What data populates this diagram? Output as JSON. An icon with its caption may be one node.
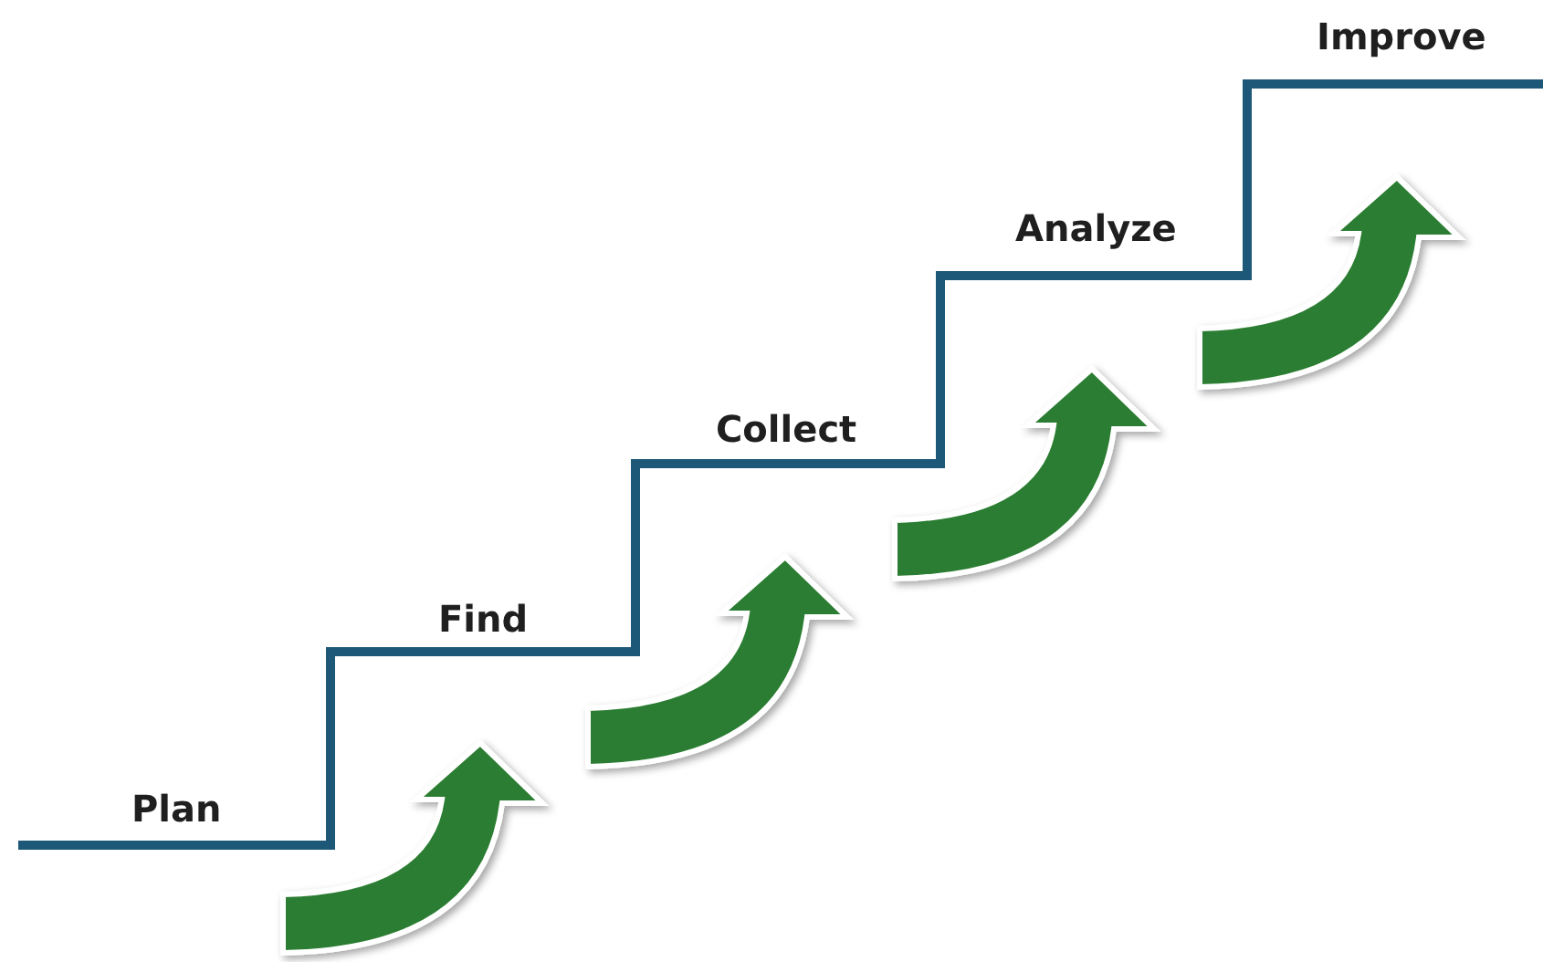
{
  "diagram": {
    "labels": [
      "Plan",
      "Find",
      "Collect",
      "Analyze",
      "Improve"
    ]
  }
}
